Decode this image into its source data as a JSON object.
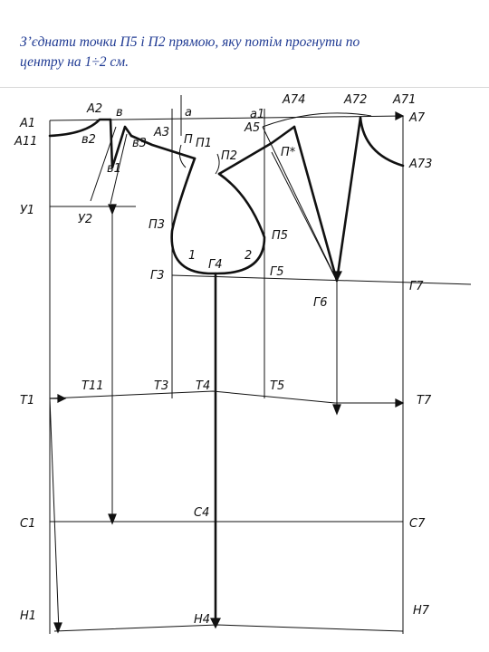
{
  "caption": {
    "line1": "З’єднати точки П5 і П2 прямою, яку потім прогнути по",
    "line2": "центру на 1÷2 см."
  },
  "labels": {
    "A1": "A1",
    "A11": "A11",
    "A2": "A2",
    "v": "в",
    "v2": "в2",
    "v3": "в3",
    "v1": "в1",
    "A3": "A3",
    "a": "a",
    "P": "П",
    "P1": "П1",
    "a1": "a1",
    "A5": "A5",
    "P2": "П2",
    "A74": "A74",
    "A72": "A72",
    "A71": "A71",
    "A7": "A7",
    "Pstar": "П*",
    "A73": "A73",
    "U1": "У1",
    "U2": "У2",
    "P3": "П3",
    "P5": "П5",
    "n1": "1",
    "n2": "2",
    "G4": "Г4",
    "G3": "Г3",
    "G5": "Г5",
    "G6": "Г6",
    "G7": "Г7",
    "T11": "Т11",
    "T3": "Т3",
    "T4": "Т4",
    "T5": "Т5",
    "T1": "Т1",
    "T7": "Т7",
    "C1": "С1",
    "C4": "С4",
    "C7": "С7",
    "H1": "Н1",
    "H4": "Н4",
    "H7": "Н7"
  }
}
